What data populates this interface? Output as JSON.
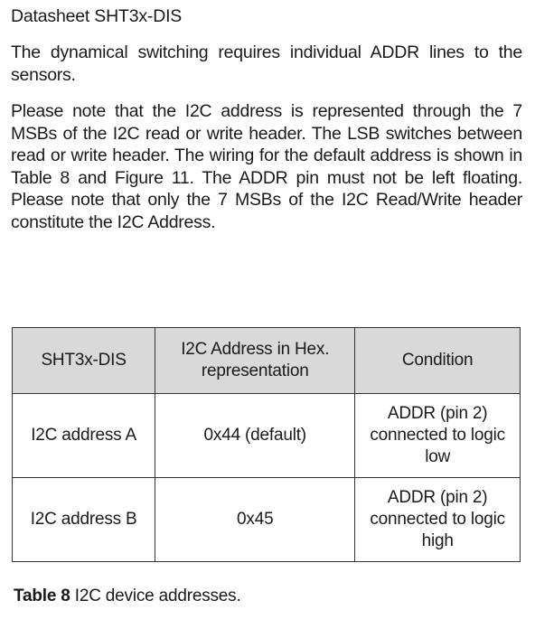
{
  "header": {
    "title": "Datasheet SHT3x-DIS"
  },
  "paragraphs": [
    "The dynamical switching requires individual ADDR lines to the sensors.",
    "Please note that the I2C address is represented through the 7 MSBs of the I2C read or write header. The LSB switches between read or write header. The wiring for the default address is shown in Table 8 and Figure 11. The ADDR pin must not be left floating. Please note that only the 7 MSBs of the I2C Read/Write header constitute the I2C Address."
  ],
  "table": {
    "headers": [
      "SHT3x-DIS",
      "I2C Address in Hex. representation",
      "Condition"
    ],
    "rows": [
      [
        "I2C address A",
        "0x44 (default)",
        "ADDR (pin 2) connected to logic low"
      ],
      [
        "I2C address B",
        "0x45",
        "ADDR (pin 2) connected to logic high"
      ]
    ]
  },
  "caption": {
    "label": "Table 8",
    "text": " I2C device addresses."
  }
}
